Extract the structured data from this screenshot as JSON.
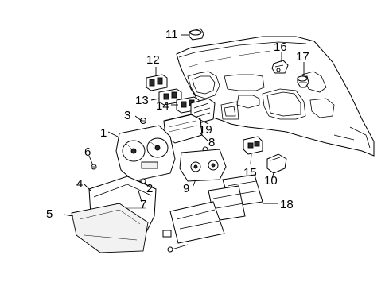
{
  "callouts": {
    "c1": "1",
    "c2": "2",
    "c3": "3",
    "c4": "4",
    "c5": "5",
    "c6": "6",
    "c7": "7",
    "c8": "8",
    "c9": "9",
    "c10": "10",
    "c11": "11",
    "c12": "12",
    "c13": "13",
    "c14": "14",
    "c15": "15",
    "c16": "16",
    "c17": "17",
    "c18": "18",
    "c19": "19"
  },
  "colors": {
    "ink": "#000000",
    "paper": "#ffffff",
    "shade": "#2a2a2a"
  }
}
